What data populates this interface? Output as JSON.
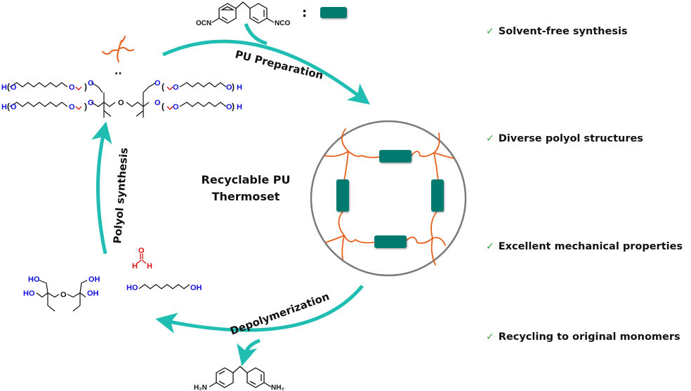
{
  "colors": {
    "arrow": "#20bdb2",
    "linker": "#007a6e",
    "chain": "#e8601c",
    "circle": "#7a7a7a",
    "oxygen_blue": "#1010e0",
    "bond_red": "#e01010",
    "check": "#3aa83a",
    "text": "#111111"
  },
  "center_title": {
    "line1": "Recyclable PU",
    "line2": "Thermoset"
  },
  "arrows": {
    "pu_preparation": "PU Preparation",
    "depolymerization": "Depolymerization",
    "polyol_synthesis": "Polyol synthesis"
  },
  "diisocyanate": {
    "left_group": "OCN",
    "right_group": "NCO",
    "legend_colon": ":"
  },
  "diamine": {
    "left_group": "H2N",
    "right_group": "NH2"
  },
  "formaldehyde": {
    "o": "O",
    "h_left": "H",
    "h_right": "H"
  },
  "polyol_product": {
    "row1_left_h": "H",
    "row1_left_o": "O",
    "row1_mid_o": "O",
    "row1_core_o": "O",
    "row1_right_o": "O",
    "row1_right_o2": "O",
    "row1_end_o": "O",
    "row1_end_h": "H",
    "core_o": "O",
    "ellipsis": ".."
  },
  "monomers": {
    "diTMP": {
      "ho_tl": "HO",
      "ho_bl": "HO",
      "oh_tr": "OH",
      "oh_br": "OH",
      "ether_o": "O"
    },
    "hexanediol": {
      "left": "HO",
      "right": "OH"
    }
  },
  "features": [
    {
      "label": "Solvent-free synthesis"
    },
    {
      "label": "Diverse polyol structures"
    },
    {
      "label": "Excellent mechanical properties"
    },
    {
      "label": "Recycling to original monomers"
    }
  ],
  "check_glyph": "✓"
}
